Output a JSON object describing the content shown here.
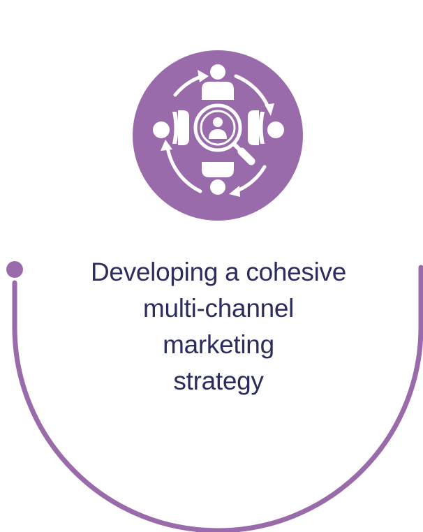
{
  "caption": {
    "lines": [
      "Developing a cohesive",
      "multi-channel",
      "marketing",
      "strategy"
    ]
  },
  "icon": {
    "name": "team-search-cycle-icon",
    "background": "#9a6bab",
    "foreground": "#ffffff"
  },
  "colors": {
    "accent": "#9a6bab",
    "text": "#2b2d5e"
  }
}
